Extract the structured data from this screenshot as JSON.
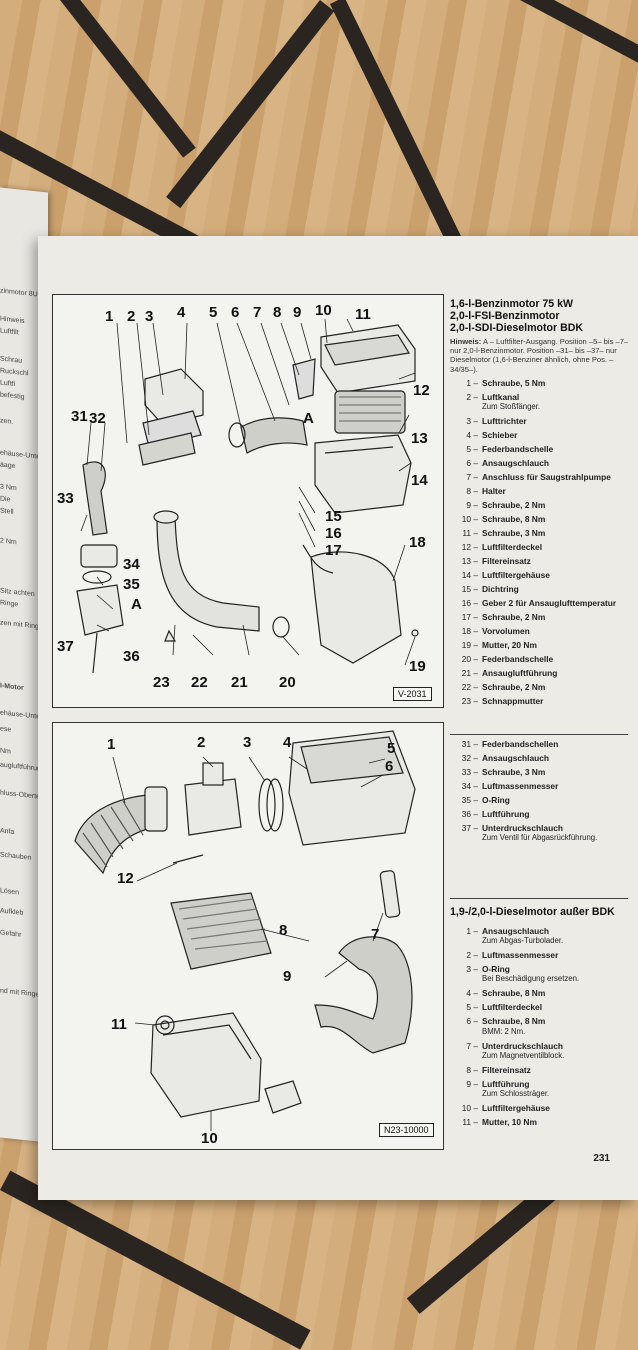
{
  "left_page_fragments": [
    "zinmotor 8U",
    "Hinweis",
    "Luftfilt",
    "Schrau",
    "Ruckschl",
    "Luftfi",
    "befestig",
    "zen.",
    "ehäuse-Unter",
    "äage",
    "3 Nm",
    "Die",
    "Stell",
    "2 Nm",
    "Sitz achten",
    "Ringe",
    "zen mit Ringe",
    "I-Motor",
    "ehäuse-Unterteil",
    "ese",
    "Nm",
    "augluftführung",
    "hluss-Oberteil",
    "Anfa",
    "Schauben",
    "Lösen",
    "Aufkleb",
    "Gefahr",
    "nd mit Ringe"
  ],
  "figure1": {
    "code": "V-2031",
    "callouts": [
      "1",
      "2",
      "3",
      "4",
      "5",
      "6",
      "7",
      "8",
      "9",
      "10",
      "11",
      "12",
      "13",
      "14",
      "15",
      "16",
      "17",
      "18",
      "19",
      "20",
      "21",
      "22",
      "23",
      "31",
      "32",
      "33",
      "34",
      "35",
      "36",
      "37",
      "A",
      "A"
    ]
  },
  "figure2": {
    "code": "N23-10000",
    "callouts": [
      "1",
      "2",
      "3",
      "4",
      "5",
      "6",
      "7",
      "8",
      "9",
      "10",
      "11",
      "12"
    ]
  },
  "section1": {
    "title_lines": [
      "1,6-l-Benzinmotor 75 kW",
      "2,0-l-FSI-Benzinmotor",
      "2,0-l-SDI-Dieselmotor BDK"
    ],
    "note_label": "Hinweis:",
    "note_text": "A – Luftfilter-Ausgang. Position –5– bis –7– nur 2,0-l-Benzinmotor. Position –31– bis –37– nur Dieselmotor (1,6-l-Benziner ähnlich, ohne Pos. –34/35–).",
    "items": [
      {
        "num": "1 –",
        "label": "Schraube, 5 Nm",
        "sub": ""
      },
      {
        "num": "2 –",
        "label": "Luftkanal",
        "sub": "Zum Stoßfänger."
      },
      {
        "num": "3 –",
        "label": "Lufttrichter",
        "sub": ""
      },
      {
        "num": "4 –",
        "label": "Schieber",
        "sub": ""
      },
      {
        "num": "5 –",
        "label": "Federbandschelle",
        "sub": ""
      },
      {
        "num": "6 –",
        "label": "Ansaugschlauch",
        "sub": ""
      },
      {
        "num": "7 –",
        "label": "Anschluss für Saugstrahlpumpe",
        "sub": ""
      },
      {
        "num": "8 –",
        "label": "Halter",
        "sub": ""
      },
      {
        "num": "9 –",
        "label": "Schraube, 2 Nm",
        "sub": ""
      },
      {
        "num": "10 –",
        "label": "Schraube, 8 Nm",
        "sub": ""
      },
      {
        "num": "11 –",
        "label": "Schraube, 3 Nm",
        "sub": ""
      },
      {
        "num": "12 –",
        "label": "Luftfilterdeckel",
        "sub": ""
      },
      {
        "num": "13 –",
        "label": "Filtereinsatz",
        "sub": ""
      },
      {
        "num": "14 –",
        "label": "Luftfiltergehäuse",
        "sub": ""
      },
      {
        "num": "15 –",
        "label": "Dichtring",
        "sub": ""
      },
      {
        "num": "16 –",
        "label": "Geber 2 für Ansauglufttemperatur",
        "sub": ""
      },
      {
        "num": "17 –",
        "label": "Schraube, 2 Nm",
        "sub": ""
      },
      {
        "num": "18 –",
        "label": "Vorvolumen",
        "sub": ""
      },
      {
        "num": "19 –",
        "label": "Mutter, 20 Nm",
        "sub": ""
      },
      {
        "num": "20 –",
        "label": "Federbandschelle",
        "sub": ""
      },
      {
        "num": "21 –",
        "label": "Ansaugluftführung",
        "sub": ""
      },
      {
        "num": "22 –",
        "label": "Schraube, 2 Nm",
        "sub": ""
      },
      {
        "num": "23 –",
        "label": "Schnappmutter",
        "sub": ""
      }
    ],
    "items_b": [
      {
        "num": "31 –",
        "label": "Federbandschellen",
        "sub": ""
      },
      {
        "num": "32 –",
        "label": "Ansaugschlauch",
        "sub": ""
      },
      {
        "num": "33 –",
        "label": "Schraube, 3 Nm",
        "sub": ""
      },
      {
        "num": "34 –",
        "label": "Luftmassenmesser",
        "sub": ""
      },
      {
        "num": "35 –",
        "label": "O-Ring",
        "sub": ""
      },
      {
        "num": "36 –",
        "label": "Luftführung",
        "sub": ""
      },
      {
        "num": "37 –",
        "label": "Unterdruckschlauch",
        "sub": "Zum Ventil für Abgasrückführung."
      }
    ]
  },
  "section2": {
    "title": "1,9-/2,0-l-Dieselmotor außer BDK",
    "items": [
      {
        "num": "1 –",
        "label": "Ansaugschlauch",
        "sub": "Zum Abgas-Turbolader."
      },
      {
        "num": "2 –",
        "label": "Luftmassenmesser",
        "sub": ""
      },
      {
        "num": "3 –",
        "label": "O-Ring",
        "sub": "Bei Beschädigung ersetzen."
      },
      {
        "num": "4 –",
        "label": "Schraube, 8 Nm",
        "sub": ""
      },
      {
        "num": "5 –",
        "label": "Luftfilterdeckel",
        "sub": ""
      },
      {
        "num": "6 –",
        "label": "Schraube, 8 Nm",
        "sub": "BMM: 2 Nm."
      },
      {
        "num": "7 –",
        "label": "Unterdruckschlauch",
        "sub": "Zum Magnetventilblock."
      },
      {
        "num": "8 –",
        "label": "Filtereinsatz",
        "sub": ""
      },
      {
        "num": "9 –",
        "label": "Luftführung",
        "sub": "Zum Schlossträger."
      },
      {
        "num": "10 –",
        "label": "Luftfiltergehäuse",
        "sub": ""
      },
      {
        "num": "11 –",
        "label": "Mutter, 10 Nm",
        "sub": ""
      }
    ]
  },
  "page_number": "231",
  "colors": {
    "paper": "#ecebe6",
    "ink": "#111111",
    "wood": "#d4ad7c",
    "stripe": "#2a2520"
  }
}
